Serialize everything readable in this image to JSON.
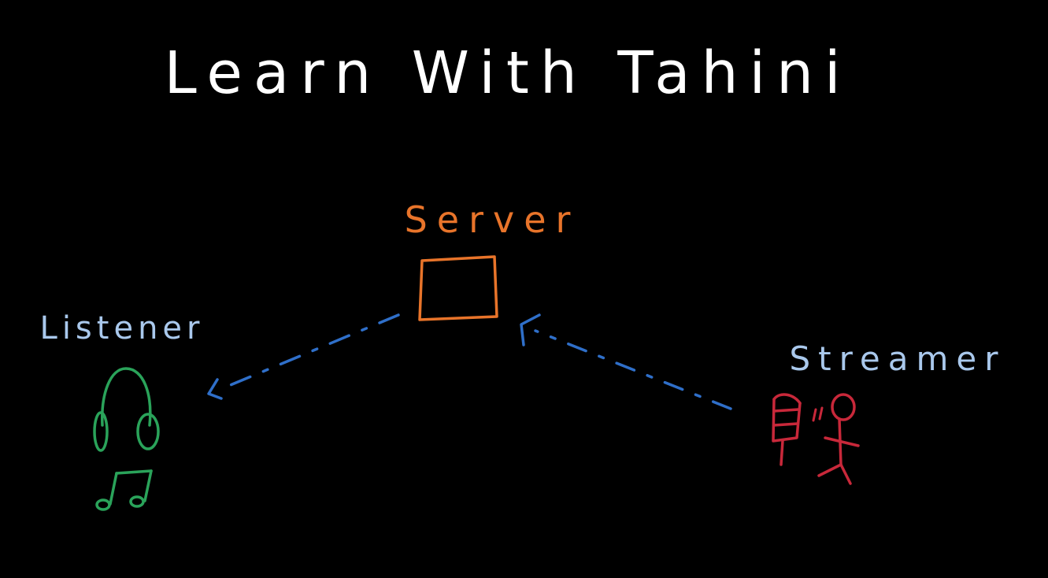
{
  "title": "Learn With Tahini",
  "colors": {
    "background": "#000000",
    "title": "#ffffff",
    "server": "#e8742a",
    "listener_label": "#a9c8ec",
    "streamer_label": "#a9c8ec",
    "arrow": "#2f6fc9",
    "headphones": "#2aa35a",
    "streamer_figure": "#c8283a"
  },
  "nodes": {
    "server": {
      "label": "Server",
      "icon": "server-box-icon"
    },
    "listener": {
      "label": "Listener",
      "icon": "headphones-icon"
    },
    "streamer": {
      "label": "Streamer",
      "icon": "microphone-person-icon"
    }
  },
  "edges": [
    {
      "from": "streamer",
      "to": "server",
      "style": "dashed"
    },
    {
      "from": "server",
      "to": "listener",
      "style": "dashed"
    }
  ]
}
